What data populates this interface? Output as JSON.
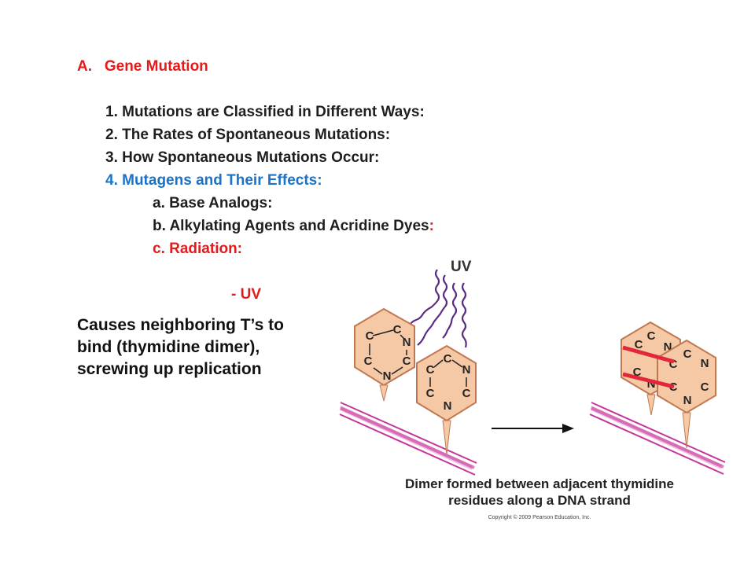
{
  "outline": {
    "heading_marker": "A.",
    "heading": "Gene Mutation",
    "items": [
      "1. Mutations are Classified in Different Ways:",
      "2. The Rates of Spontaneous Mutations:",
      "3. How Spontaneous Mutations Occur:",
      "4. Mutagens and Their Effects:"
    ],
    "sub_items": {
      "a": "a. Base Analogs:",
      "b": "b. Alkylating Agents and Acridine Dyes",
      "b_colon": ":",
      "c": "c. Radiation:"
    },
    "uv_item": "- UV"
  },
  "note": "Causes neighboring T’s to bind (thymidine dimer), screwing up replication",
  "figure": {
    "uv_label": "UV",
    "ring_atoms": [
      "C",
      "C",
      "N",
      "C",
      "N",
      "C"
    ],
    "caption_line1": "Dimer formed between adjacent thymidine",
    "caption_line2": "residues along a DNA strand",
    "copyright": "Copyright © 2009 Pearson Education, Inc."
  },
  "colors": {
    "heading_red": "#e31b1b",
    "highlight_blue": "#1a73c8",
    "ring_fill": "#f6c9a6",
    "ring_stroke": "#c07850",
    "strand": "#c2389a",
    "strand_fill": "#f2bde0",
    "uv_wave": "#5a2d83",
    "dimer_bond": "#e0283a"
  }
}
